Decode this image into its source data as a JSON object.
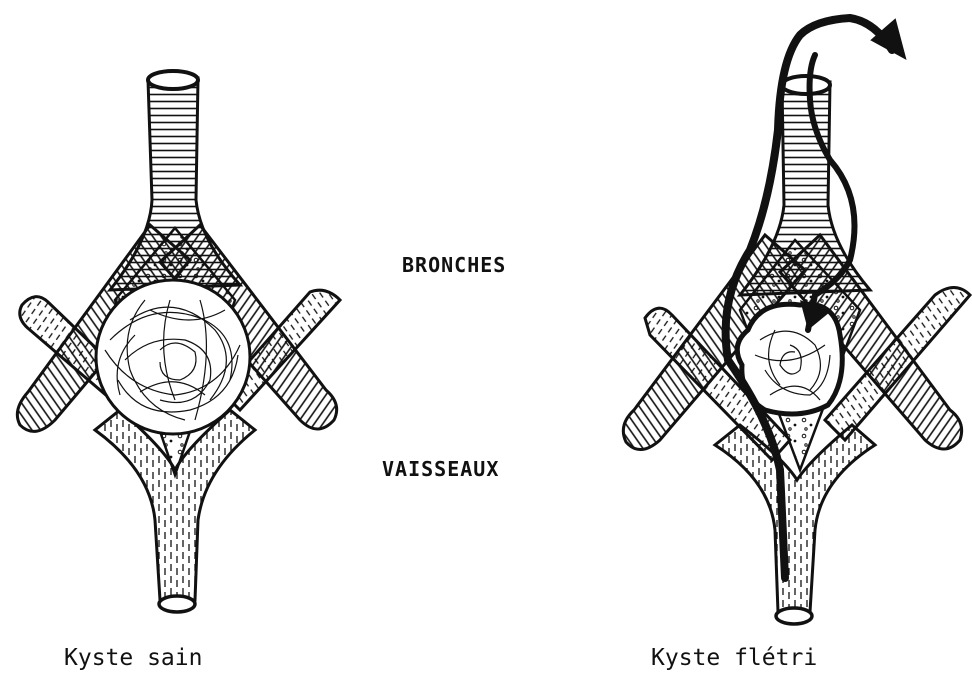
{
  "labels": {
    "bronches": "BRONCHES",
    "vaisseaux": "VAISSEAUX"
  },
  "captions": {
    "left": "Kyste sain",
    "right": "Kyste flétri"
  },
  "colors": {
    "ink": "#111111",
    "paper": "#ffffff"
  }
}
